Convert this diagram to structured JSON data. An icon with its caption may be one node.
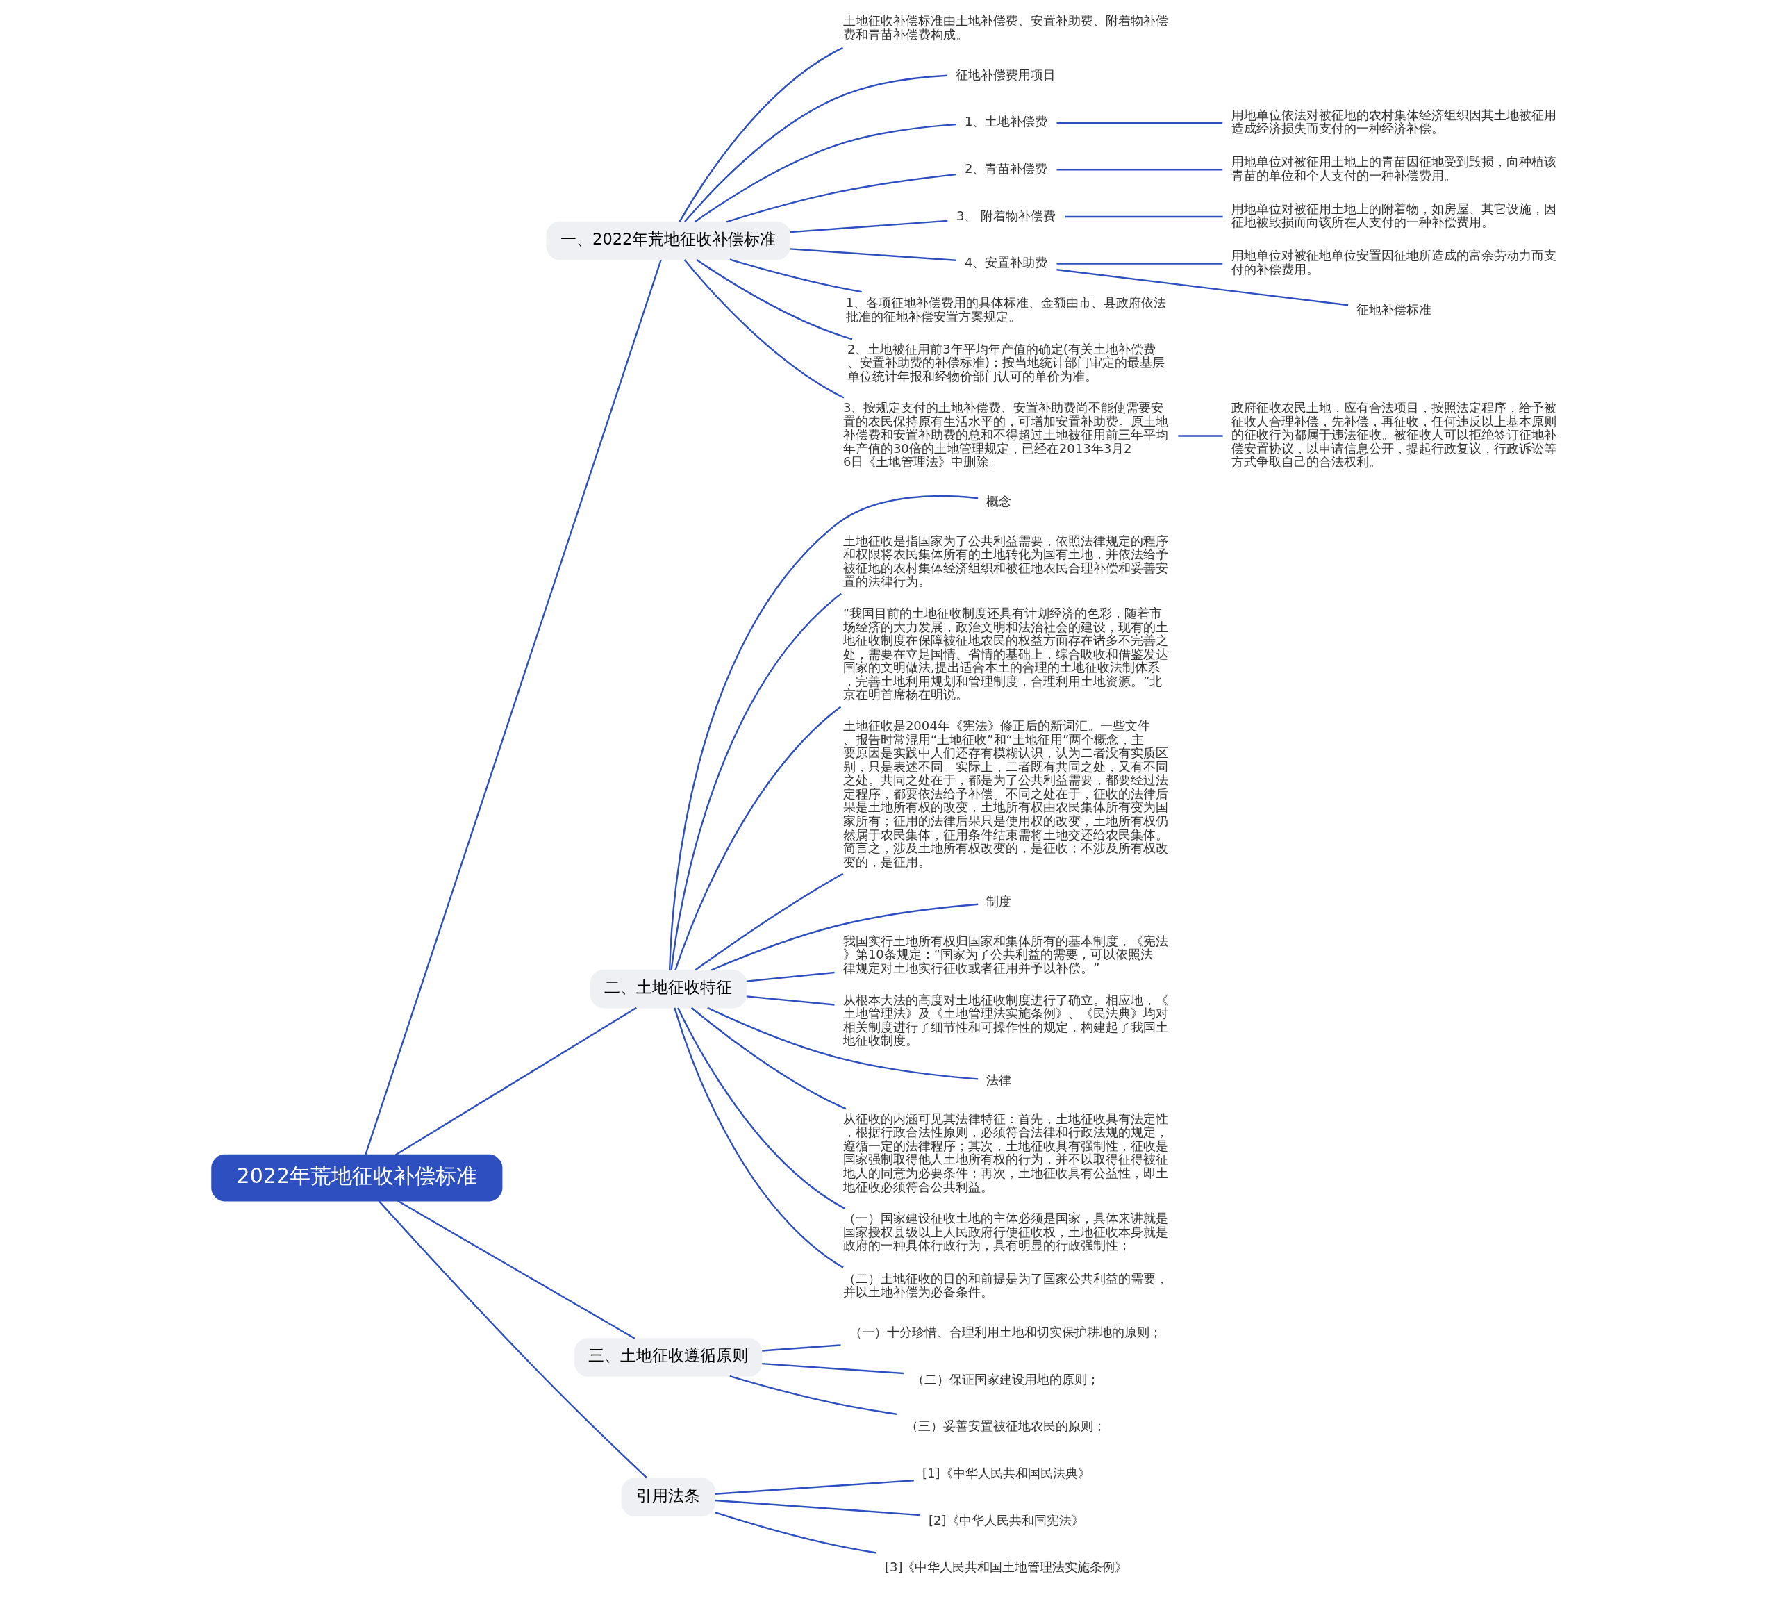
{
  "diagram": {
    "nodes": [
      {
        "text": [
          "2022年荒地征收补偿标准"
        ]
      },
      {
        "text": [
          "一、2022年荒地征收补偿标准"
        ]
      },
      {
        "text": [
          "土地征收补偿标准由土地补偿费、安置补助费、附着物补偿费和青苗补偿费构成。"
        ]
      },
      {
        "text": [
          "征地补偿费用项目"
        ]
      },
      {
        "text": [
          "1、土地补偿费"
        ]
      },
      {
        "text": [
          "用地单位依法对被征地的农村集体经济组织因其土地被征用造成经济损失而支付的一种经济补偿。"
        ]
      },
      {
        "text": [
          "2、青苗补偿费"
        ]
      },
      {
        "text": [
          "用地单位对被征用土地上的青苗因征地受到毁损，向种植该青苗的单位和个人支付的一种补偿费用。"
        ]
      },
      {
        "text": [
          "3、 附着物补偿费"
        ]
      },
      {
        "text": [
          "用地单位对被征用土地上的附着物，如房屋、其它设施，因征地被毁损而向该所在人支付的一种补偿费用。"
        ]
      },
      {
        "text": [
          "4、安置补助费"
        ]
      },
      {
        "text": [
          "用地单位对被征地单位安置因征地所造成的富余劳动力而支付的补偿费用。"
        ]
      },
      {
        "text": [
          "征地补偿标准"
        ]
      },
      {
        "text": [
          "1、各项征地补偿费用的具体标准、金额由市、县政府依法批准的征地补偿安置方案规定。"
        ]
      },
      {
        "text": [
          "2、土地被征用前3年平均年产值的确定(有关土地补偿费、安置补助费的补偿标准)：按当地统计部门审定的最基层单位统计年报和经物价部门认可的单价为准。"
        ]
      },
      {
        "text": [
          "3、按规定支付的土地补偿费、安置补助费尚不能使需要安置的农民保持原有生活水平的，可增加安置补助费。原土地补偿费和安置补助费的总和不得超过土地被征用前三年平均年产值的30倍的土地管理规定，已经在2013年3月26日《土地管理法》中删除。"
        ]
      },
      {
        "text": [
          "政府征收农民土地，应有合法项目，按照法定程序，给予被征收人合理补偿，先补偿，再征收，任何违反以上基本原则的征收行为都属于违法征收。被征收人可以拒绝签订征地补偿安置协议，以申请信息公开，提起行政复议，行政诉讼等方式争取自己的合法权利。"
        ]
      },
      {
        "text": [
          "二、土地征收特征"
        ]
      },
      {
        "text": [
          "概念"
        ]
      },
      {
        "text": [
          "土地征收是指国家为了公共利益需要，依照法律规定的程序和权限将农民集体所有的土地转化为国有土地，并依法给予被征地的农村集体经济组织和被征地农民合理补偿和妥善安置的法律行为。"
        ]
      },
      {
        "text": [
          "“我国目前的土地征收制度还具有计划经济的色彩，随着市场经济的大力发展，政治文明和法治社会的建设，现有的土地征收制度在保障被征地农民的权益方面存在诸多不完善之处，需要在立足国情、省情的基础上，综合吸收和借鉴发达国家的文明做法,提出适合本土的合理的土地征收法制体系，完善土地利用规划和管理制度，合理利用土地资源。”北京在明首席杨在明说。"
        ]
      },
      {
        "text": [
          "土地征收是2004年《宪法》修正后的新词汇。一些文件、报告时常混用“土地征收”和“土地征用”两个概念，主要原因是实践中人们还存有模糊认识，认为二者没有实质区别，只是表述不同。实际上，二者既有共同之处，又有不同之处。共同之处在于，都是为了公共利益需要，都要经过法定程序，都要依法给予补偿。不同之处在于，征收的法律后果是土地所有权的改变，土地所有权由农民集体所有变为国家所有；征用的法律后果只是使用权的改变，土地所有权仍然属于农民集体，征用条件结束需将土地交还给农民集体。简言之，涉及土地所有权改变的，是征收；不涉及所有权改变的，是征用。"
        ]
      },
      {
        "text": [
          "制度"
        ]
      },
      {
        "text": [
          "我国实行土地所有权归国家和集体所有的基本制度，《宪法》第10条规定：“国家为了公共利益的需要，可以依照法律规定对土地实行征收或者征用并予以补偿。”"
        ]
      },
      {
        "text": [
          "从根本大法的高度对土地征收制度进行了确立。相应地，《土地管理法》及《土地管理法实施条例》、《民法典》均对相关制度进行了细节性和可操作性的规定，构建起了我国土地征收制度。"
        ]
      },
      {
        "text": [
          "法律"
        ]
      },
      {
        "text": [
          "从征收的内涵可见其法律特征：首先，土地征收具有法定性，根据行政合法性原则，必须符合法律和行政法规的规定，遵循一定的法律程序；其次，土地征收具有强制性，征收是国家强制取得他人土地所有权的行为，并不以取得征得被征地人的同意为必要条件；再次，土地征收具有公益性，即土地征收必须符合公共利益。"
        ]
      },
      {
        "text": [
          "（一）国家建设征收土地的主体必须是国家，具体来讲就是国家授权县级以上人民政府行使征收权，土地征收本身就是政府的一种具体行政行为，具有明显的行政强制性；"
        ]
      },
      {
        "text": [
          "（二）土地征收的目的和前提是为了国家公共利益的需要，并以土地补偿为必备条件。"
        ]
      },
      {
        "text": [
          "三、土地征收遵循原则"
        ]
      },
      {
        "text": [
          "（一）十分珍惜、合理利用土地和切实保护耕地的原则；"
        ]
      },
      {
        "text": [
          "（二）保证国家建设用地的原则；"
        ]
      },
      {
        "text": [
          "（三）妥善安置被征地农民的原则；"
        ]
      },
      {
        "text": [
          "引用法条"
        ]
      },
      {
        "text": [
          "[1]《中华人民共和国民法典》"
        ]
      },
      {
        "text": [
          "[2]《中华人民共和国宪法》"
        ]
      },
      {
        "text": [
          "[3]《中华人民共和国土地管理法实施条例》"
        ]
      }
    ],
    "edges": [
      {
        "from": 0,
        "to": 1,
        "arrow": "none"
      },
      {
        "from": 1,
        "to": 2,
        "arrow": "none"
      },
      {
        "from": 1,
        "to": 3,
        "arrow": "none"
      },
      {
        "from": 1,
        "to": 4,
        "arrow": "none"
      },
      {
        "from": 4,
        "to": 5,
        "arrow": "none"
      },
      {
        "from": 1,
        "to": 6,
        "arrow": "none"
      },
      {
        "from": 6,
        "to": 7,
        "arrow": "none"
      },
      {
        "from": 1,
        "to": 8,
        "arrow": "none"
      },
      {
        "from": 8,
        "to": 9,
        "arrow": "none"
      },
      {
        "from": 1,
        "to": 10,
        "arrow": "none"
      },
      {
        "from": 10,
        "to": 11,
        "arrow": "none"
      },
      {
        "from": 10,
        "to": 12,
        "arrow": "none"
      },
      {
        "from": 1,
        "to": 13,
        "arrow": "none"
      },
      {
        "from": 1,
        "to": 14,
        "arrow": "none"
      },
      {
        "from": 1,
        "to": 15,
        "arrow": "none"
      },
      {
        "from": 15,
        "to": 16,
        "arrow": "none"
      },
      {
        "from": 0,
        "to": 17,
        "arrow": "none"
      },
      {
        "from": 17,
        "to": 18,
        "arrow": "none"
      },
      {
        "from": 17,
        "to": 19,
        "arrow": "none"
      },
      {
        "from": 17,
        "to": 20,
        "arrow": "none"
      },
      {
        "from": 17,
        "to": 21,
        "arrow": "none"
      },
      {
        "from": 17,
        "to": 22,
        "arrow": "none"
      },
      {
        "from": 17,
        "to": 23,
        "arrow": "none"
      },
      {
        "from": 17,
        "to": 24,
        "arrow": "none"
      },
      {
        "from": 17,
        "to": 25,
        "arrow": "none"
      },
      {
        "from": 17,
        "to": 26,
        "arrow": "none"
      },
      {
        "from": 17,
        "to": 27,
        "arrow": "none"
      },
      {
        "from": 17,
        "to": 28,
        "arrow": "none"
      },
      {
        "from": 0,
        "to": 29,
        "arrow": "none"
      },
      {
        "from": 29,
        "to": 30,
        "arrow": "none"
      },
      {
        "from": 29,
        "to": 31,
        "arrow": "none"
      },
      {
        "from": 29,
        "to": 32,
        "arrow": "none"
      },
      {
        "from": 0,
        "to": 33,
        "arrow": "none"
      },
      {
        "from": 33,
        "to": 34,
        "arrow": "none"
      },
      {
        "from": 33,
        "to": 35,
        "arrow": "none"
      },
      {
        "from": 33,
        "to": 36,
        "arrow": "none"
      }
    ]
  }
}
